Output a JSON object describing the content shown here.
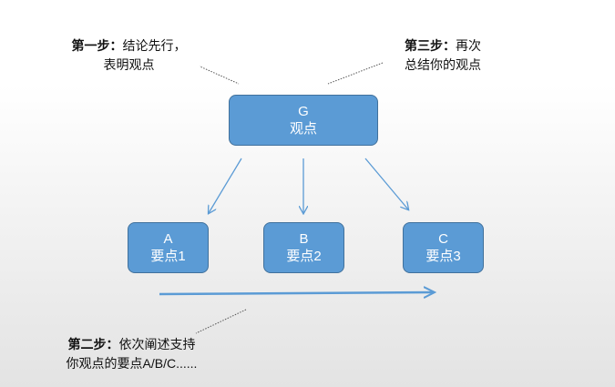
{
  "notes": {
    "step1": {
      "label": "第一步：",
      "text": "结论先行，",
      "text2": "表明观点"
    },
    "step3": {
      "label": "第三步：",
      "text": "再次",
      "text2": "总结你的观点"
    },
    "step2": {
      "label": "第二步：",
      "text": "依次阐述支持",
      "text2": "你观点的要点A/B/C......"
    }
  },
  "nodes": {
    "g": {
      "letter": "G",
      "label": "观点"
    },
    "a": {
      "letter": "A",
      "label": "要点1"
    },
    "b": {
      "letter": "B",
      "label": "要点2"
    },
    "c": {
      "letter": "C",
      "label": "要点3"
    }
  },
  "colors": {
    "node_fill": "#5b9bd5",
    "node_border": "#41719c",
    "arrow": "#5b9bd5"
  }
}
